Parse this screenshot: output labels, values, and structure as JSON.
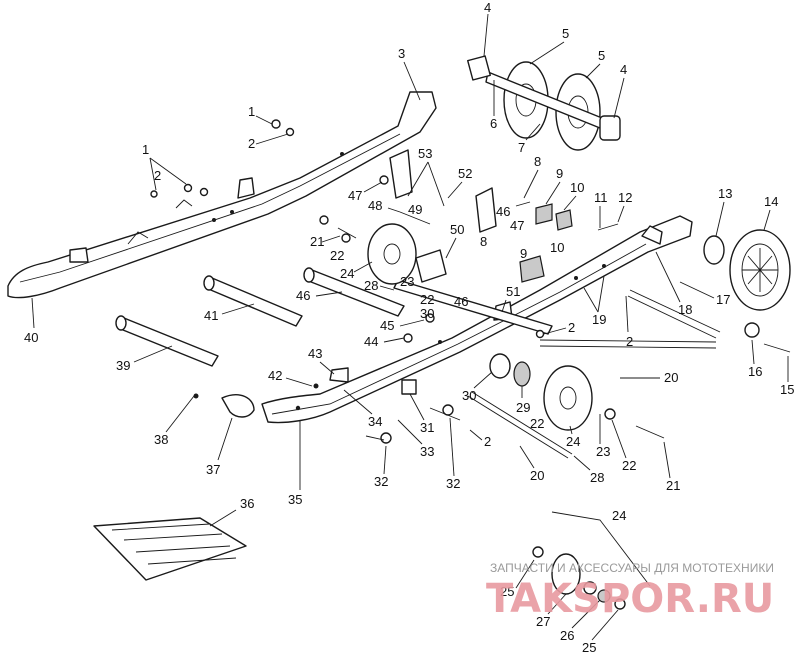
{
  "diagram": {
    "callouts": {
      "c1a": "1",
      "c1b": "1",
      "c2a": "2",
      "c2b": "2",
      "c2c": "2",
      "c2d": "2",
      "c2e": "2",
      "c3": "3",
      "c4a": "4",
      "c4b": "4",
      "c5a": "5",
      "c5b": "5",
      "c6": "6",
      "c7": "7",
      "c8a": "8",
      "c8b": "8",
      "c9a": "9",
      "c9b": "9",
      "c10a": "10",
      "c10b": "10",
      "c11": "11",
      "c12": "12",
      "c13": "13",
      "c14": "14",
      "c15": "15",
      "c16": "16",
      "c17": "17",
      "c18": "18",
      "c19": "19",
      "c20a": "20",
      "c20b": "20",
      "c21a": "21",
      "c21b": "21",
      "c22a": "22",
      "c22b": "22",
      "c22c": "22",
      "c22d": "22",
      "c23a": "23",
      "c23b": "23",
      "c24a": "24",
      "c24b": "24",
      "c24c": "24",
      "c25a": "25",
      "c25b": "25",
      "c26": "26",
      "c27": "27",
      "c28a": "28",
      "c28b": "28",
      "c29": "29",
      "c30a": "30",
      "c30b": "30",
      "c31": "31",
      "c32a": "32",
      "c32b": "32",
      "c33": "33",
      "c34": "34",
      "c35": "35",
      "c36": "36",
      "c37": "37",
      "c38": "38",
      "c39": "39",
      "c40": "40",
      "c41": "41",
      "c42": "42",
      "c43": "43",
      "c44": "44",
      "c45": "45",
      "c46a": "46",
      "c46b": "46",
      "c46c": "46",
      "c47a": "47",
      "c47b": "47",
      "c48": "48",
      "c49": "49",
      "c50": "50",
      "c51": "51",
      "c52": "52",
      "c53": "53"
    }
  },
  "watermark": {
    "tagline": "ЗАПЧАСТИ И АКСЕССУАРЫ ДЛЯ МОТОТЕХНИКИ",
    "logo": "TAKSPOR.RU",
    "color": "#e89aa0"
  }
}
